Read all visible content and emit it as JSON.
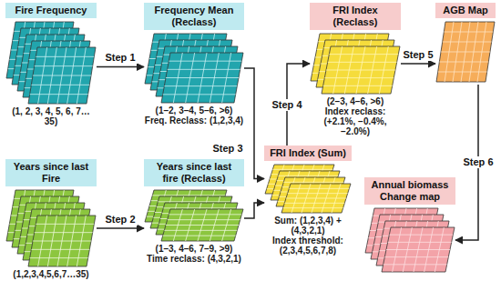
{
  "diagram": {
    "nodes": [
      {
        "text": [
          "Fire Frequency",
          "(1, 2, 3, 4, 5, 6, 7…35)"
        ]
      },
      {
        "text": [
          "Frequency Mean (Reclass)",
          "(1–2, 3–4, 5–6, >6)",
          "Freq. Reclass: (1,2,3,4)"
        ]
      },
      {
        "text": [
          "FRI Index (Reclass)",
          "(2–3, 4–6, >6)",
          "Index reclass: (+2.1%, −0.4%, −2.0%)"
        ]
      },
      {
        "text": [
          "AGB Map"
        ]
      },
      {
        "text": [
          "FRI Index (Sum)",
          "Sum: (1,2,3,4) + (4,3,2,1)",
          "Index threshold: (2,3,4,5,6,7,8)"
        ]
      },
      {
        "text": [
          "Years since last Fire",
          "(1,2,3,4,5,6,7…35)"
        ]
      },
      {
        "text": [
          "Years since last fire (Reclass)",
          "(1–3, 4–6, 7–9, >9)",
          "Time reclass: (4,3,2,1)"
        ]
      },
      {
        "text": [
          "Annual biomass Change map"
        ]
      }
    ],
    "edges": [
      {
        "from": 0,
        "to": 1,
        "label": "Step 1",
        "arrow": "to"
      },
      {
        "from": 5,
        "to": 6,
        "label": "Step 2",
        "arrow": "to"
      },
      {
        "from": 1,
        "to": 4,
        "label": "Step 3",
        "arrow": "to"
      },
      {
        "from": 6,
        "to": 4,
        "arrow": "to"
      },
      {
        "from": 4,
        "to": 2,
        "label": "Step 4",
        "arrow": "to"
      },
      {
        "from": 2,
        "to": 3,
        "label": "Step 5",
        "arrow": "to"
      },
      {
        "from": 3,
        "to": 7,
        "label": "Step 6",
        "arrow": "to"
      }
    ]
  }
}
